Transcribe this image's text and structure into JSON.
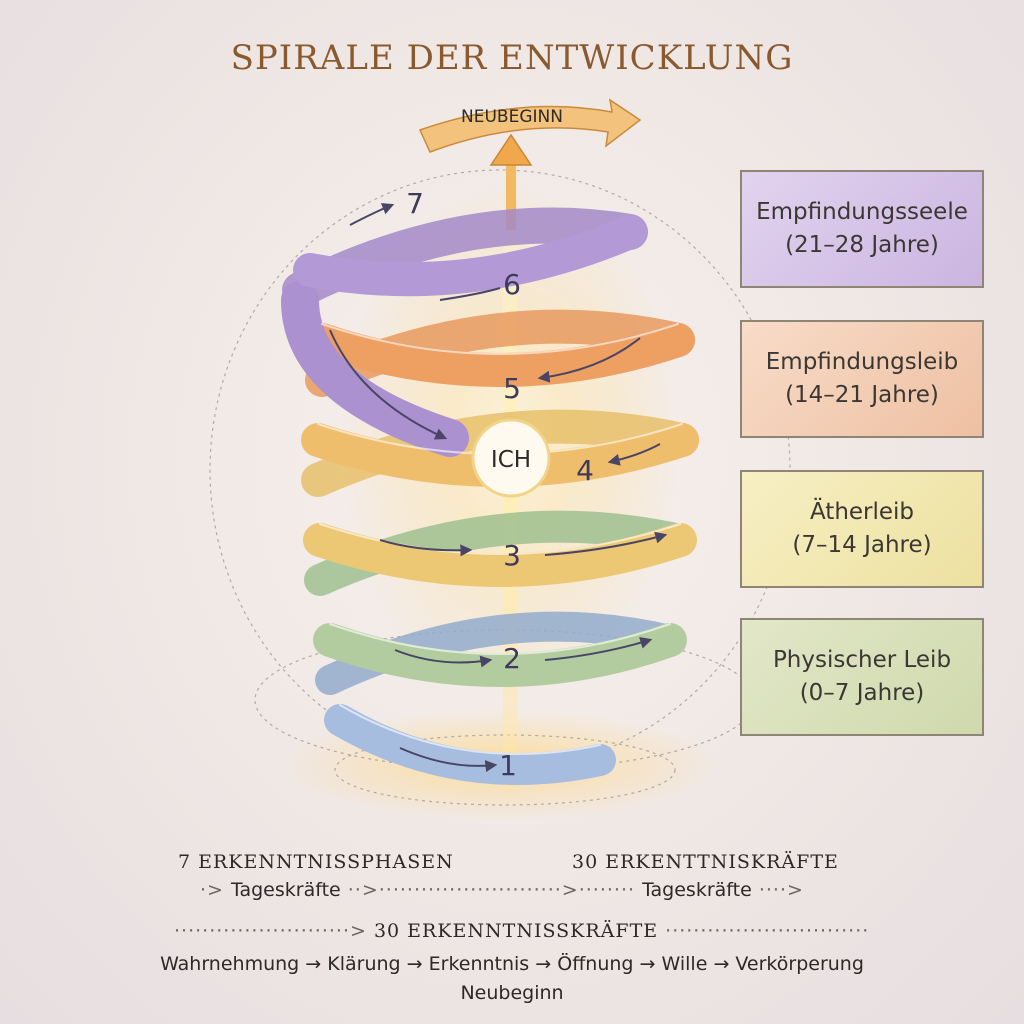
{
  "title": "SPIRALE DER ENTWICKLUNG",
  "top_label": "NEUBEGINN",
  "center_label": "ICH",
  "turn_numbers": [
    "1",
    "2",
    "3",
    "4",
    "5",
    "6",
    "7"
  ],
  "stages": [
    {
      "name": "Empfindungsseele",
      "age": "(21–28 Jahre)",
      "color": "#c6aee0"
    },
    {
      "name": "Empfindungsleib",
      "age": "(14–21 Jahre)",
      "color": "#f0b68f"
    },
    {
      "name": "Ätherleib",
      "age": "(7–14 Jahre)",
      "color": "#eee09a"
    },
    {
      "name": "Physischer Leib",
      "age": "(0–7 Jahre)",
      "color": "#cdd9a8"
    }
  ],
  "spiral_colors": {
    "blue": "#9fb6d8",
    "green": "#a9c59a",
    "yellow": "#ebc873",
    "orange": "#ec9e62",
    "purple": "#a98fcf"
  },
  "footer": {
    "phases_heading": "7 ERKENNTNISSPHASEN",
    "forces_heading": "30 ERKENTTNISKRÄFTE",
    "tageskraefte_1": "Tageskräfte",
    "tageskraefte_2": "Tageskräfte",
    "forces_heading_2": "30 ERKENNTNISSKRÄFTE",
    "sequence": [
      "Wahrnehmung",
      "Klärung",
      "Erkenntnis",
      "Öffnung",
      "Wille",
      "Verkörperung"
    ],
    "last_step": "Neubeginn"
  }
}
